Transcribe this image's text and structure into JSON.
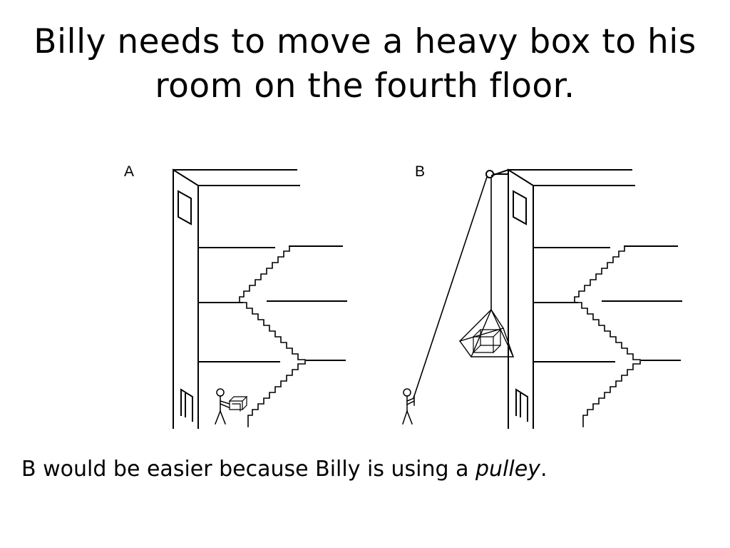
{
  "slide": {
    "title_line1": "Billy needs to move a heavy box to his",
    "title_line2": "room on the fourth floor.",
    "panels": [
      {
        "label": "A",
        "description_text": ""
      },
      {
        "label": "B",
        "description_text": ""
      }
    ],
    "caption_before": "B would be easier because Billy is using a ",
    "caption_emphasis": "pulley",
    "caption_after": "."
  },
  "colors": {
    "ink": "#000000",
    "background": "#ffffff"
  }
}
